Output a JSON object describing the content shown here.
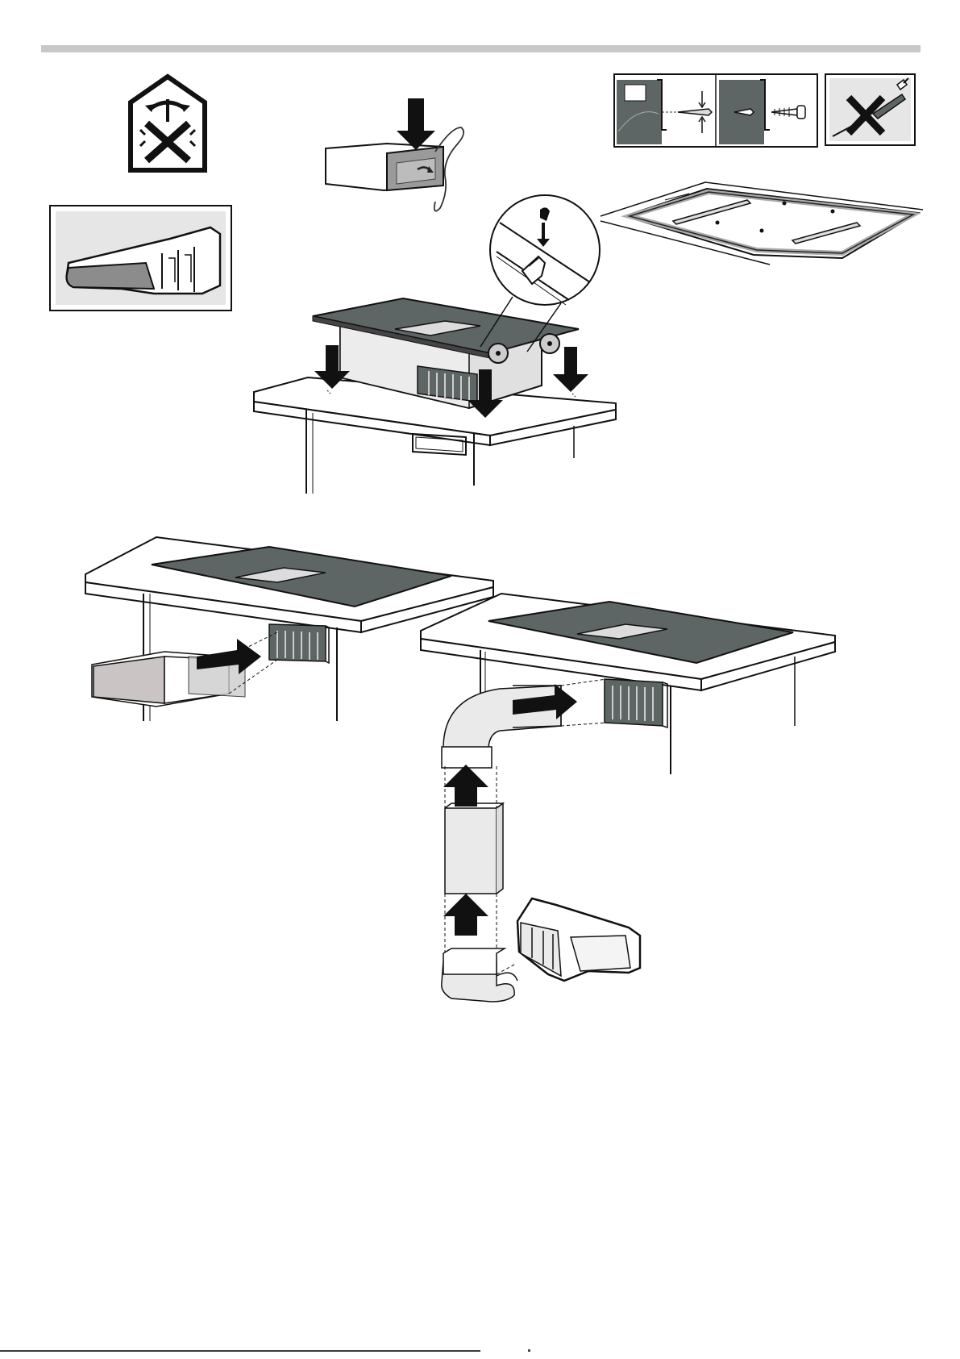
{
  "page": {
    "colors": {
      "header_bar": "#c8c8c8",
      "hob_surface": "#5e6665",
      "panel_bg": "#e6e6e6",
      "duct_fill": "#d0cccc",
      "line": "#222222",
      "arrow": "#111111"
    },
    "figures": [
      {
        "name": "no-recirculation-symbol",
        "icon": "house-crossed-airflow-icon"
      },
      {
        "name": "duct-adapter-panel",
        "icon": "duct-adapter-icon"
      },
      {
        "name": "duct-unpacking-illustration",
        "icon": "down-arrow-icon"
      },
      {
        "name": "screw-fixing-detail",
        "icon": "drill-screw-icon"
      },
      {
        "name": "no-screwdriver-symbol",
        "icon": "screwdriver-crossed-icon"
      },
      {
        "name": "cutout-brackets-illustration",
        "icon": "bracket-icon"
      },
      {
        "name": "hob-insertion-illustration",
        "icon": "down-arrow-icon"
      },
      {
        "name": "clip-magnifier-detail",
        "icon": "clip-icon"
      },
      {
        "name": "straight-duct-connection",
        "icon": "right-arrow-icon"
      },
      {
        "name": "elbow-duct-connection",
        "icon": "up-arrow-icon"
      }
    ]
  }
}
